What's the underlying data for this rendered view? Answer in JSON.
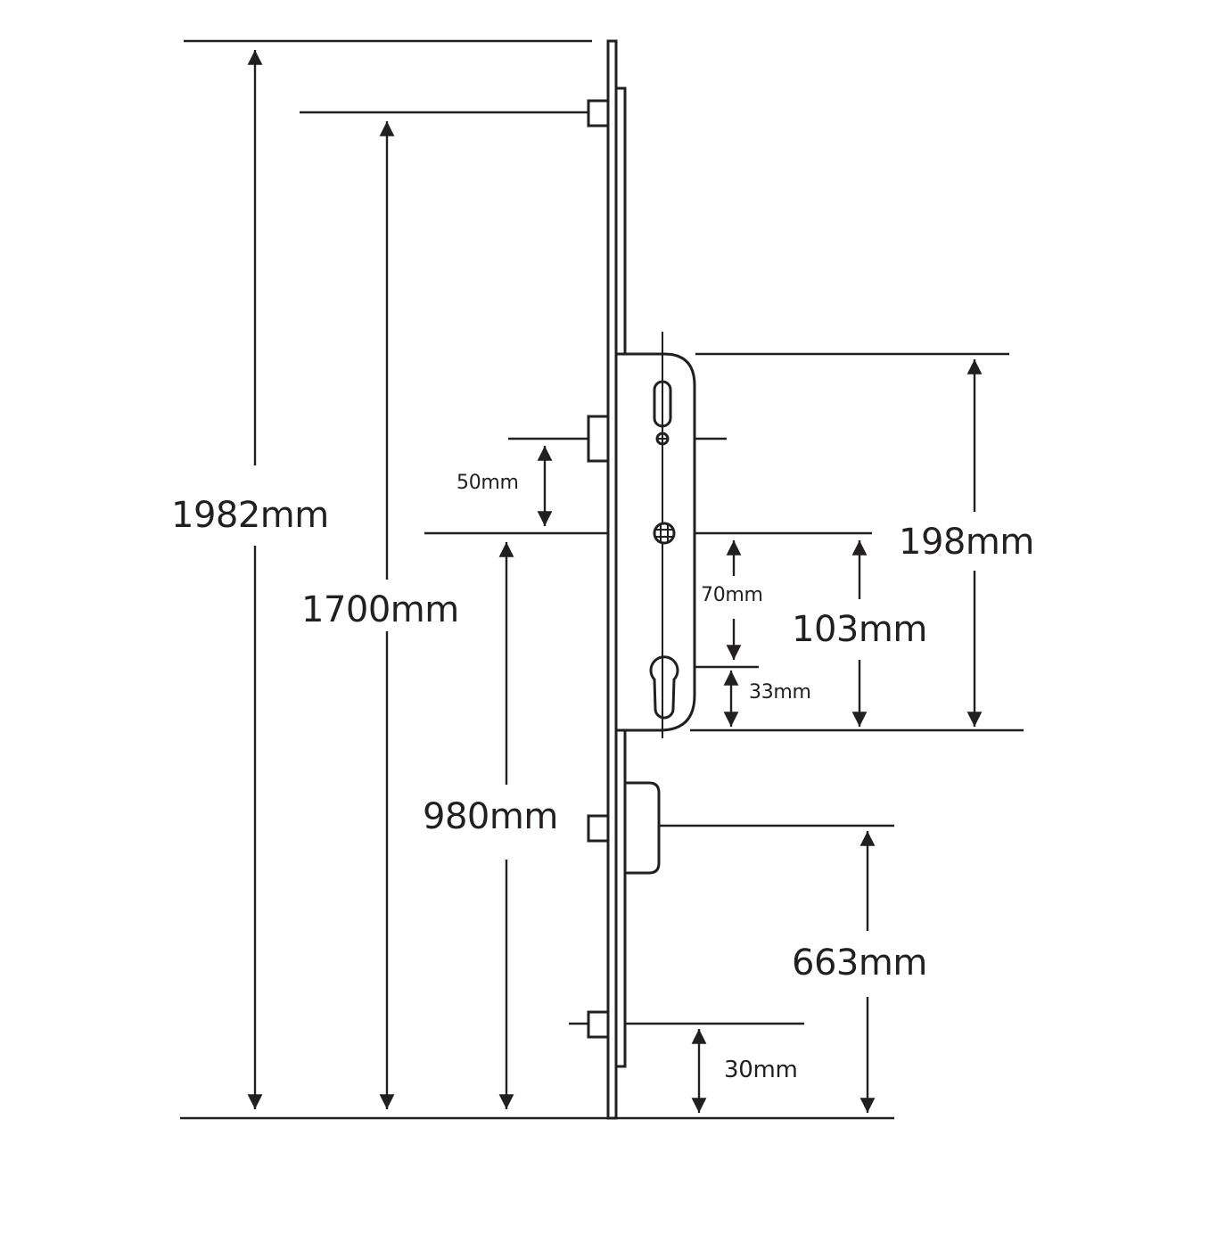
{
  "diagram": {
    "subject": "Multipoint door lock dimensions",
    "line_color": "#231f20",
    "background": "#ffffff",
    "dimensions": {
      "overall_length": "1982mm",
      "top_hook_height": "1700mm",
      "handle_spindle_height": "980mm",
      "lower_hook_height": "663mm",
      "bottom_roller_height": "30mm",
      "latch_to_spindle": "50mm",
      "centre_distance": "70mm",
      "cylinder_to_gearbox_bottom": "33mm",
      "spindle_to_gearbox_bottom": "103mm",
      "gearbox_height": "198mm"
    }
  }
}
